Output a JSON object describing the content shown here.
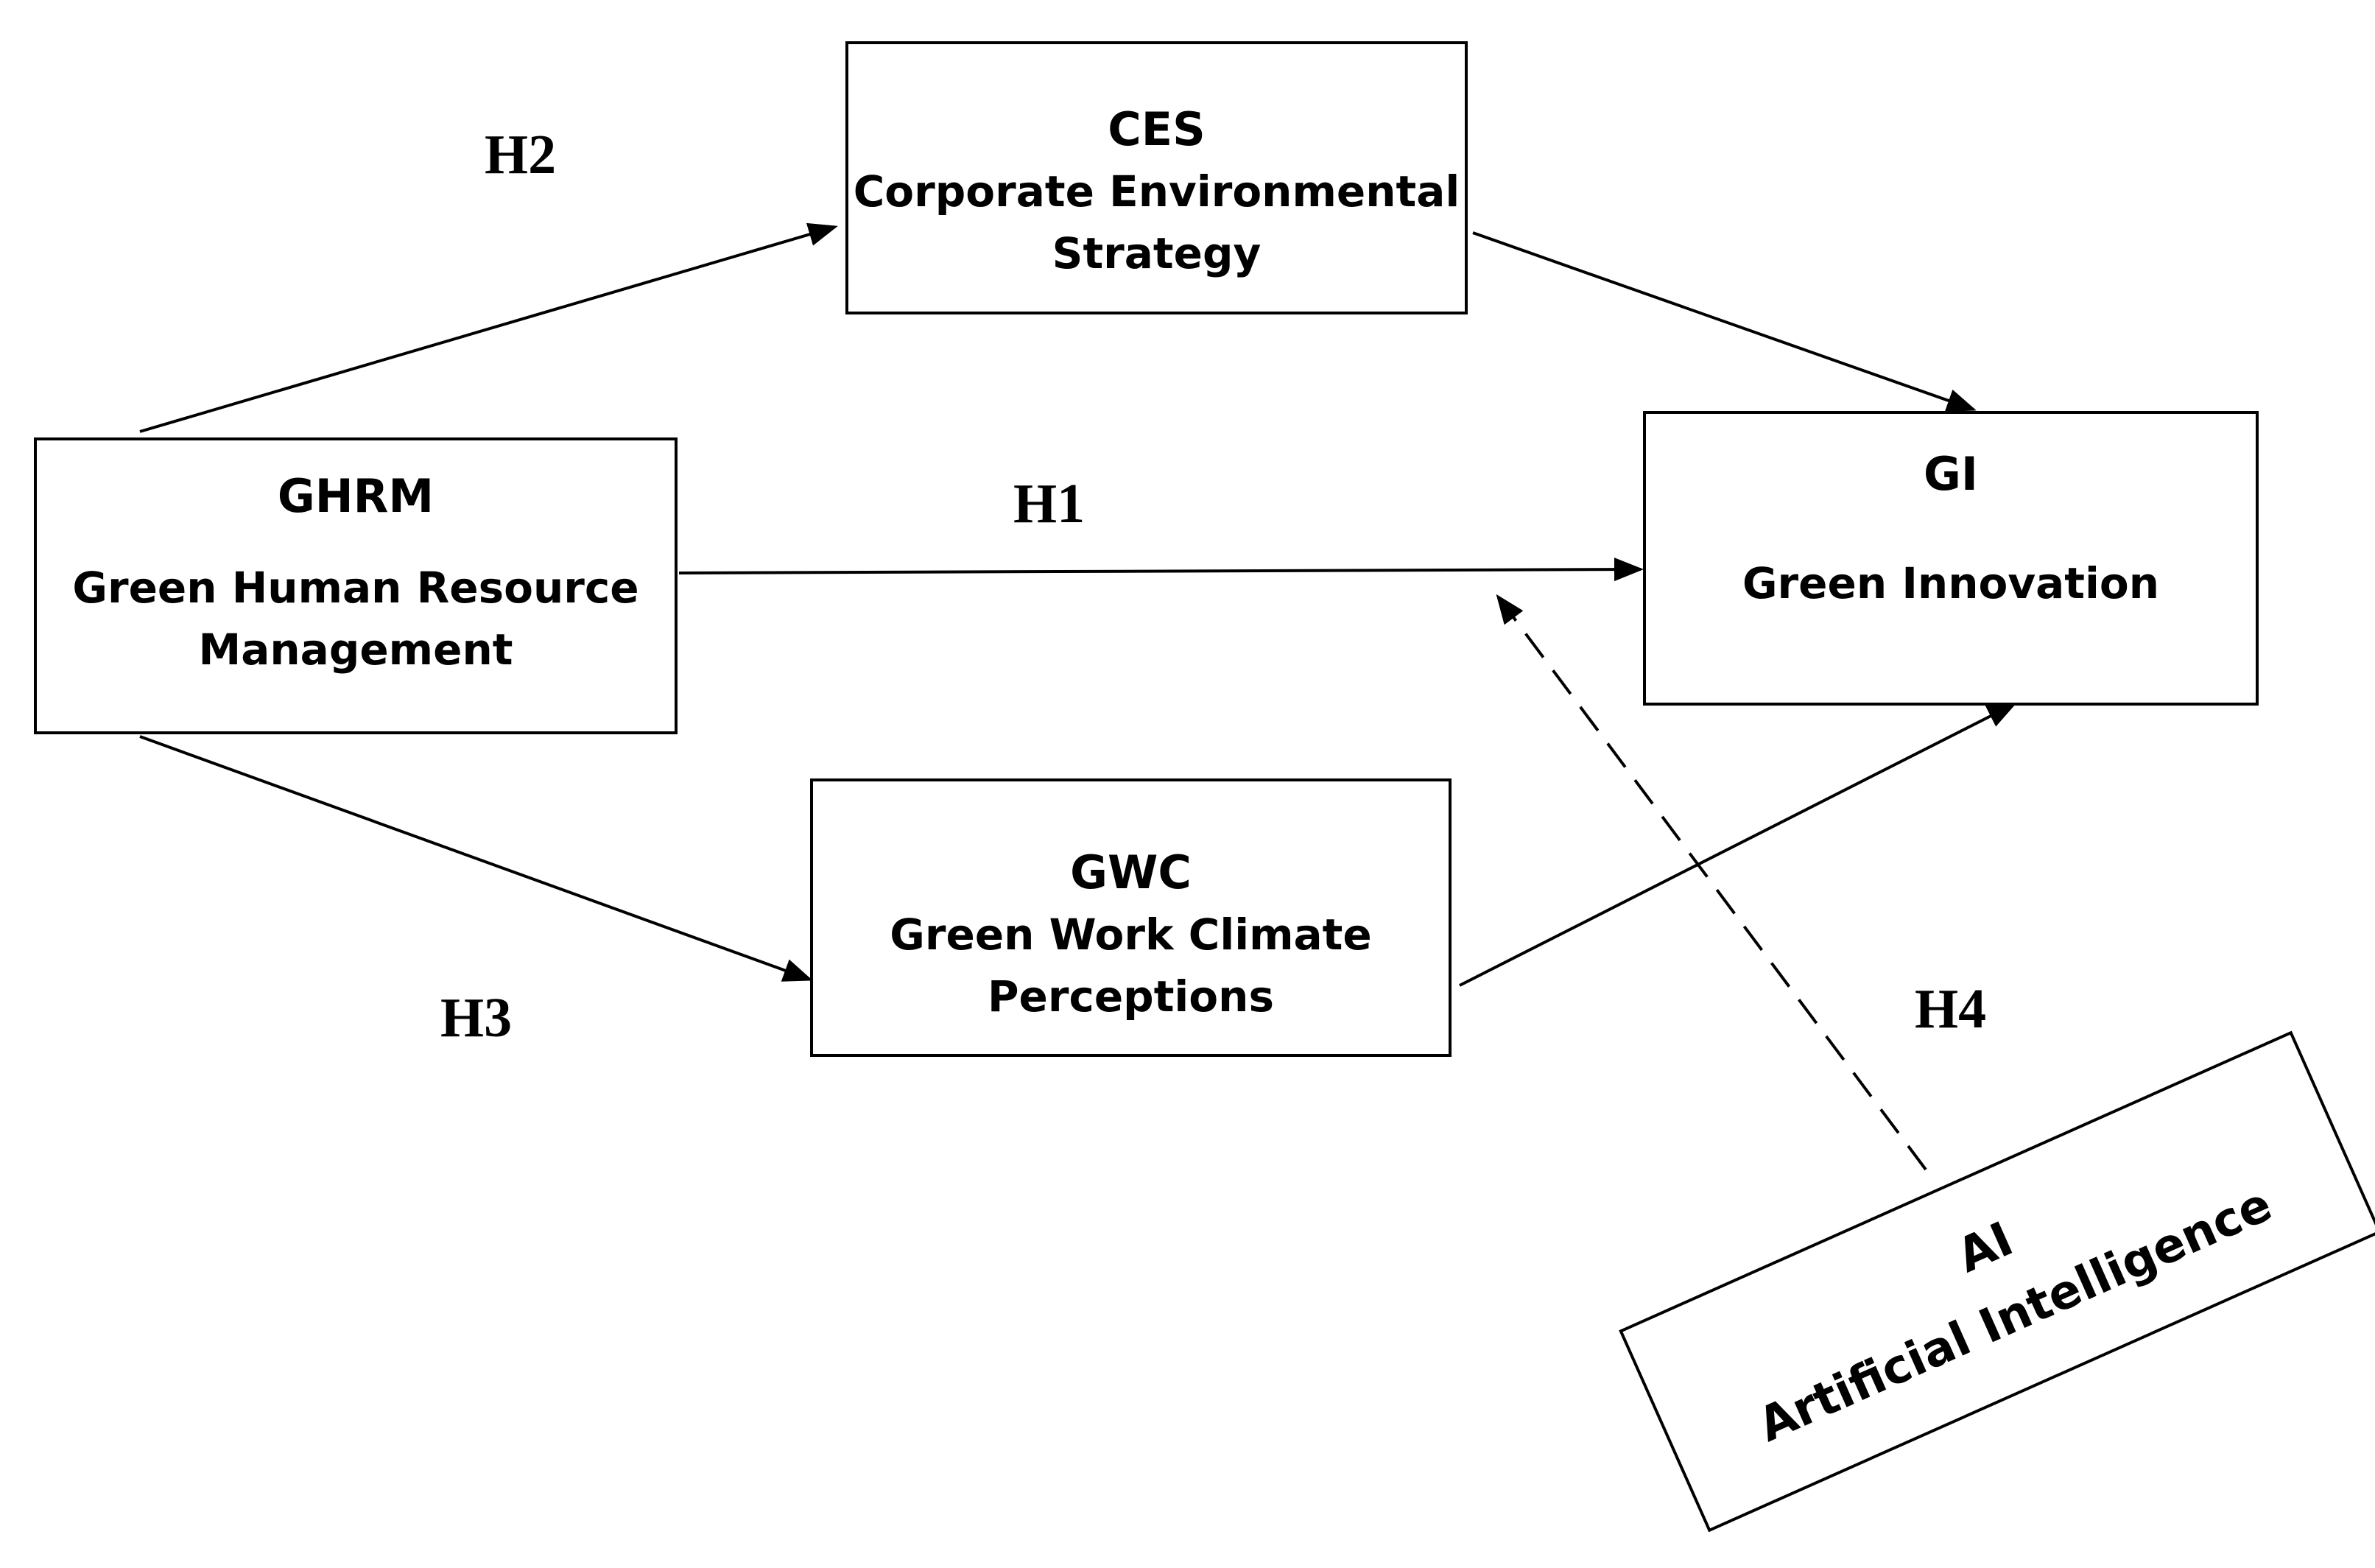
{
  "nodes": {
    "ces": {
      "abbr": "CES",
      "name_line1": "Corporate Environmental",
      "name_line2": "Strategy"
    },
    "ghrm": {
      "abbr": "GHRM",
      "name_line1": "Green Human Resource",
      "name_line2": "Management"
    },
    "gi": {
      "abbr": "GI",
      "name": "Green Innovation"
    },
    "gwc": {
      "abbr": "GWC",
      "name_line1": "Green Work Climate",
      "name_line2": "Perceptions"
    },
    "ai": {
      "abbr": "AI",
      "name": "Artificial Intelligence"
    }
  },
  "hypotheses": {
    "h1": "H1",
    "h2": "H2",
    "h3": "H3",
    "h4": "H4"
  },
  "edges": [
    {
      "from": "GHRM",
      "to": "GI",
      "label": "H1",
      "style": "solid"
    },
    {
      "from": "GHRM",
      "to": "CES",
      "label": "H2",
      "style": "solid"
    },
    {
      "from": "CES",
      "to": "GI",
      "style": "solid"
    },
    {
      "from": "GHRM",
      "to": "GWC",
      "label": "H3",
      "style": "solid"
    },
    {
      "from": "GWC",
      "to": "GI",
      "style": "solid"
    },
    {
      "from": "AI",
      "to": "GHRM-GI path",
      "label": "H4",
      "style": "dashed"
    }
  ],
  "colors": {
    "stroke": "#000000",
    "background": "#ffffff"
  }
}
